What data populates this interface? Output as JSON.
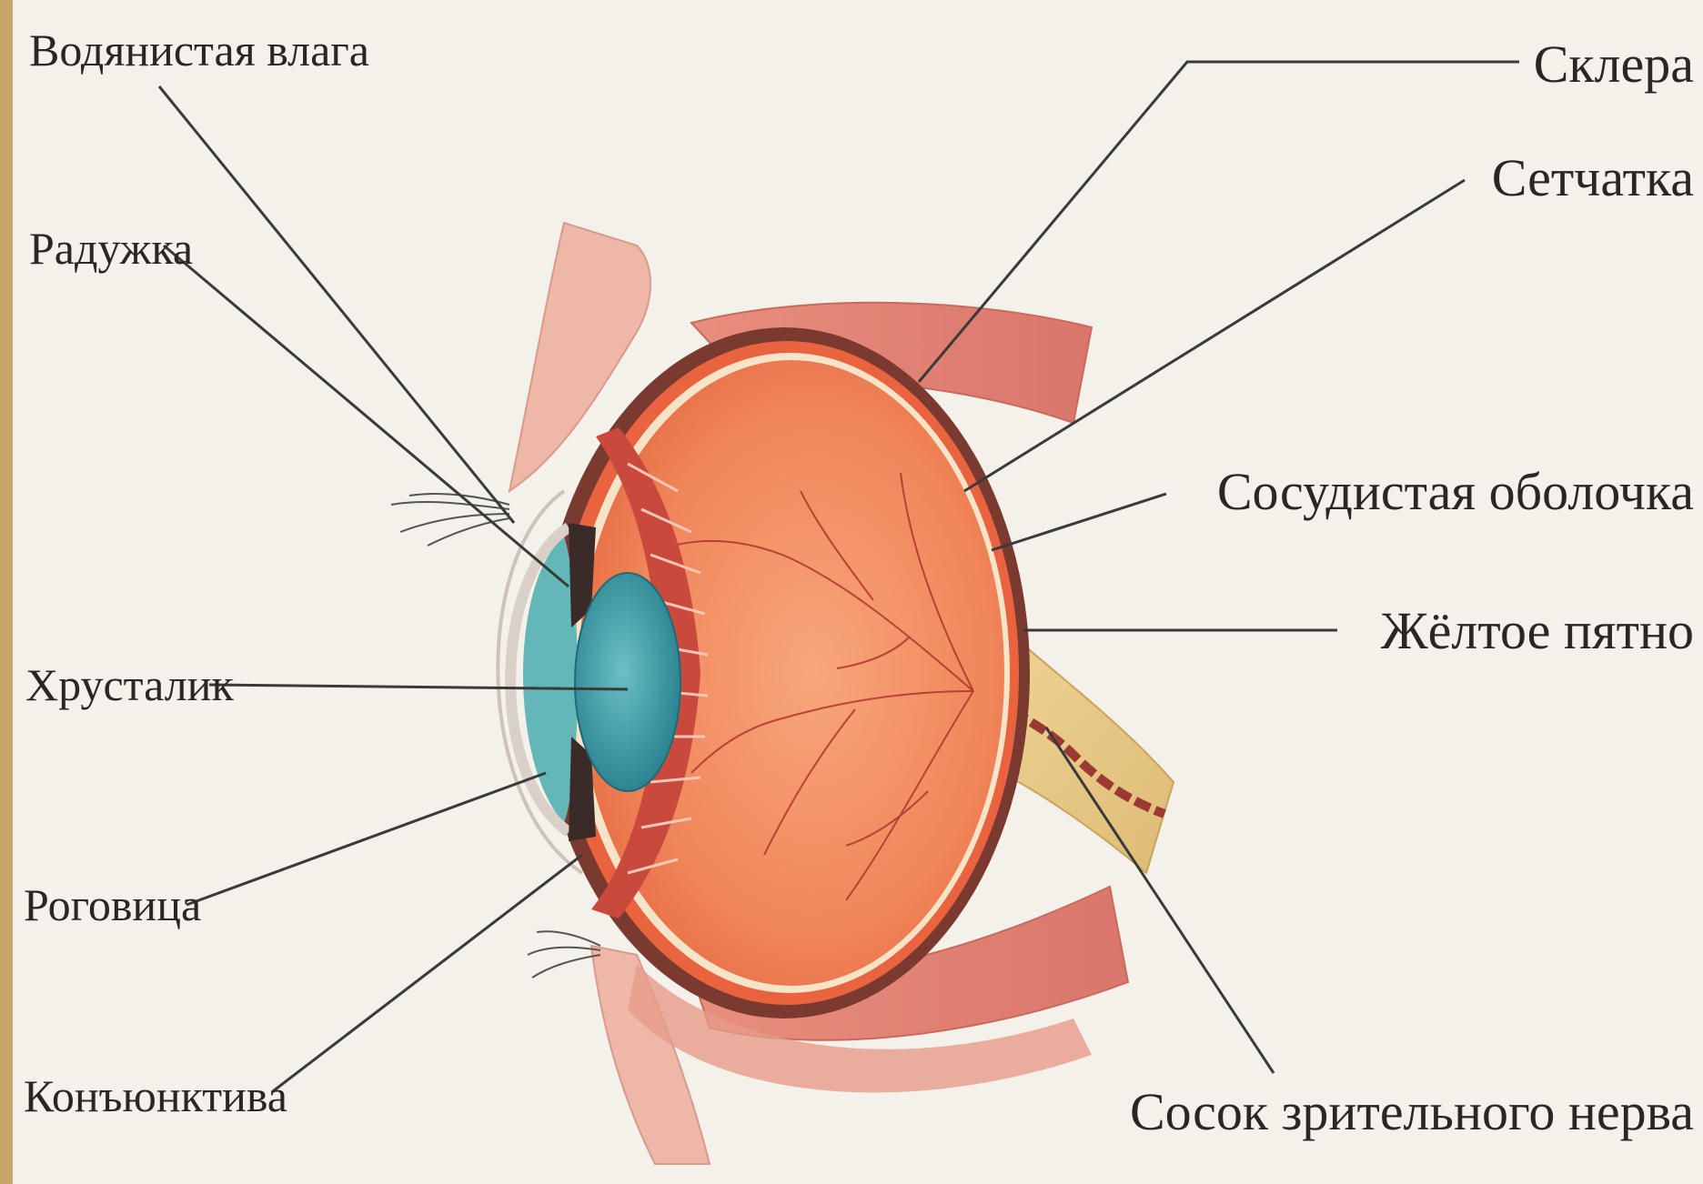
{
  "labels": {
    "aqueous_humor": "Водянистая влага",
    "iris": "Радужка",
    "lens": "Хрусталик",
    "cornea": "Роговица",
    "conjunctiva": "Конъюнктива",
    "sclera": "Склера",
    "retina": "Сетчатка",
    "choroid": "Сосудистая оболочка",
    "macula": "Жёлтое пятно",
    "optic_disc": "Сосок зрительного нерва"
  },
  "colors": {
    "background": "#f4f1ea",
    "page_edge": "#c9a56a",
    "skin": "#efb7a8",
    "muscle": "#e08a78",
    "sclera": "#7a3a30",
    "choroid": "#ef7a52",
    "vitreous": "#f39064",
    "lens": "#2f8e9a",
    "cornea_fluid": "#64b7b9",
    "optic_nerve": "#e8c98a",
    "vessels": "#b0332e"
  }
}
